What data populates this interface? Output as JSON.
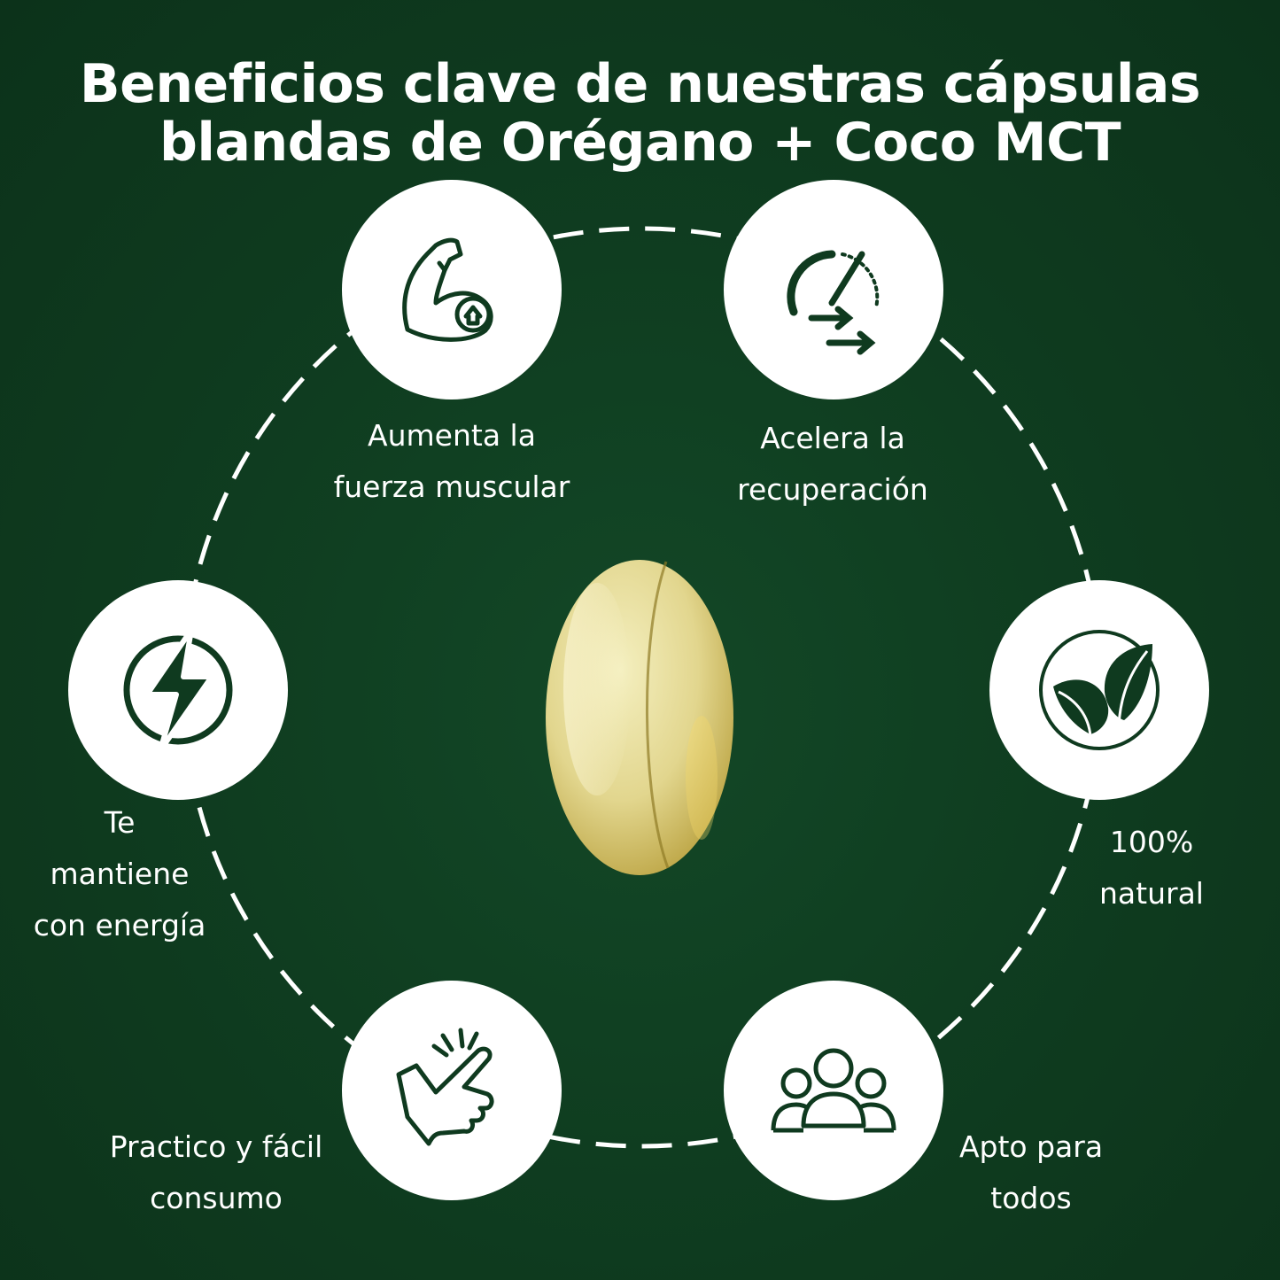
{
  "title": {
    "line1": "Beneficios clave de nuestras cápsulas",
    "line2": "blandas de Orégano + Coco MCT"
  },
  "colors": {
    "background": "#0f3a1f",
    "icon": "#0f3a1f",
    "circle": "#ffffff",
    "capsule": "#e8df9a"
  },
  "benefits": [
    {
      "icon": "flexed-arm-icon",
      "lines": [
        "Aumenta la",
        "fuerza muscular"
      ]
    },
    {
      "icon": "speedometer-arrows-icon",
      "lines": [
        "Acelera la",
        "recuperación"
      ]
    },
    {
      "icon": "lightning-bolt-icon",
      "lines": [
        "Te",
        "mantiene",
        "con energía"
      ]
    },
    {
      "icon": "leaves-icon",
      "lines": [
        "100%",
        "natural"
      ]
    },
    {
      "icon": "hand-checkmark-icon",
      "lines": [
        "Practico y fácil",
        "consumo"
      ]
    },
    {
      "icon": "group-people-icon",
      "lines": [
        "Apto para",
        "todos"
      ]
    }
  ]
}
